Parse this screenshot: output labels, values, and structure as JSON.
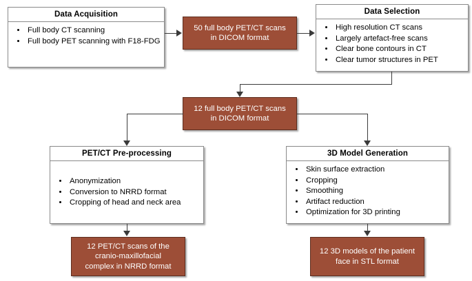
{
  "diagram": {
    "type": "flowchart",
    "accent_color": "#9d4e37",
    "box_border_color": "#8a8a8a",
    "nodes": {
      "data_acquisition": {
        "title": "Data Acquisition",
        "items": [
          "Full body CT scanning",
          "Full body PET scanning with F18-FDG"
        ]
      },
      "scans_50": {
        "line1": "50 full body PET/CT scans",
        "line2": "in DICOM format"
      },
      "data_selection": {
        "title": "Data Selection",
        "items": [
          "High resolution CT scans",
          "Largely artefact-free scans",
          "Clear bone contours in CT",
          "Clear tumor structures in PET"
        ]
      },
      "scans_12": {
        "line1": "12 full body PET/CT scans",
        "line2": "in DICOM format"
      },
      "preprocessing": {
        "title": "PET/CT Pre-processing",
        "items": [
          "Anonymization",
          "Conversion to NRRD format",
          "Cropping of head and neck area"
        ]
      },
      "model_generation": {
        "title": "3D Model Generation",
        "items": [
          "Skin surface extraction",
          "Cropping",
          "Smoothing",
          "Artifact reduction",
          "Optimization for 3D printing"
        ]
      },
      "output_nrrd": {
        "line1": "12 PET/CT scans of the",
        "line2": "cranio-maxillofacial",
        "line3": "complex in NRRD format"
      },
      "output_stl": {
        "line1": "12 3D models of the patient",
        "line2": "face in STL format"
      }
    }
  }
}
